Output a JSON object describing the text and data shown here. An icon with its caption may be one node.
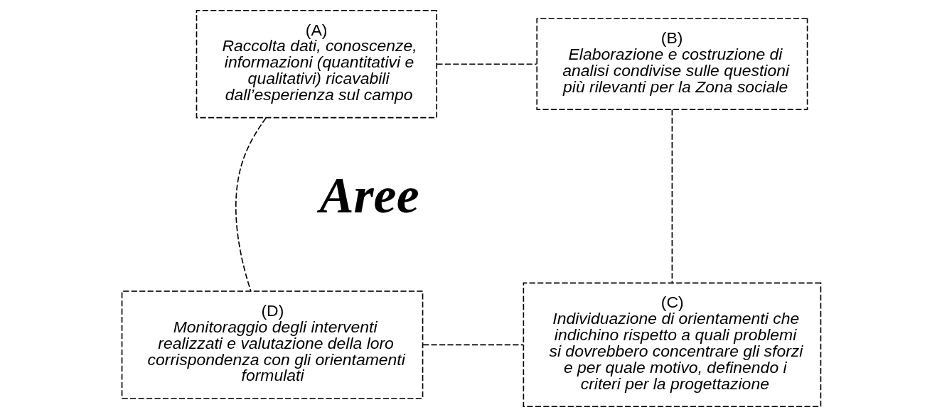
{
  "diagram": {
    "nodes": [
      {
        "text": [
          "(A)",
          "Raccolta dati, conoscenze, informazioni (quantitativi e qualitativi) ricavabili dall’esperienza sul campo"
        ]
      },
      {
        "text": [
          "(B)",
          "Elaborazione e costruzione di analisi condivise sulle questioni più rilevanti per la Zona sociale"
        ]
      },
      {
        "text": [
          "(C)",
          "Individuazione di orientamenti che indichino rispetto a quali problemi si dovrebbero concentrare gli sforzi e per quale motivo, definendo i criteri per la progettazione"
        ]
      },
      {
        "text": [
          "(D)",
          "Monitoraggio degli interventi realizzati e valutazione della loro corrispondenza con gli orientamenti formulati"
        ]
      }
    ],
    "edges": [
      {
        "from": 0,
        "to": 1,
        "arrow": "none",
        "style": "dashed"
      },
      {
        "from": 1,
        "to": 2,
        "arrow": "none",
        "style": "dashed"
      },
      {
        "from": 3,
        "to": 2,
        "arrow": "none",
        "style": "dashed"
      },
      {
        "from": 0,
        "to": 3,
        "arrow": "none",
        "style": "dashed"
      }
    ],
    "labels": [
      "Aree"
    ]
  }
}
